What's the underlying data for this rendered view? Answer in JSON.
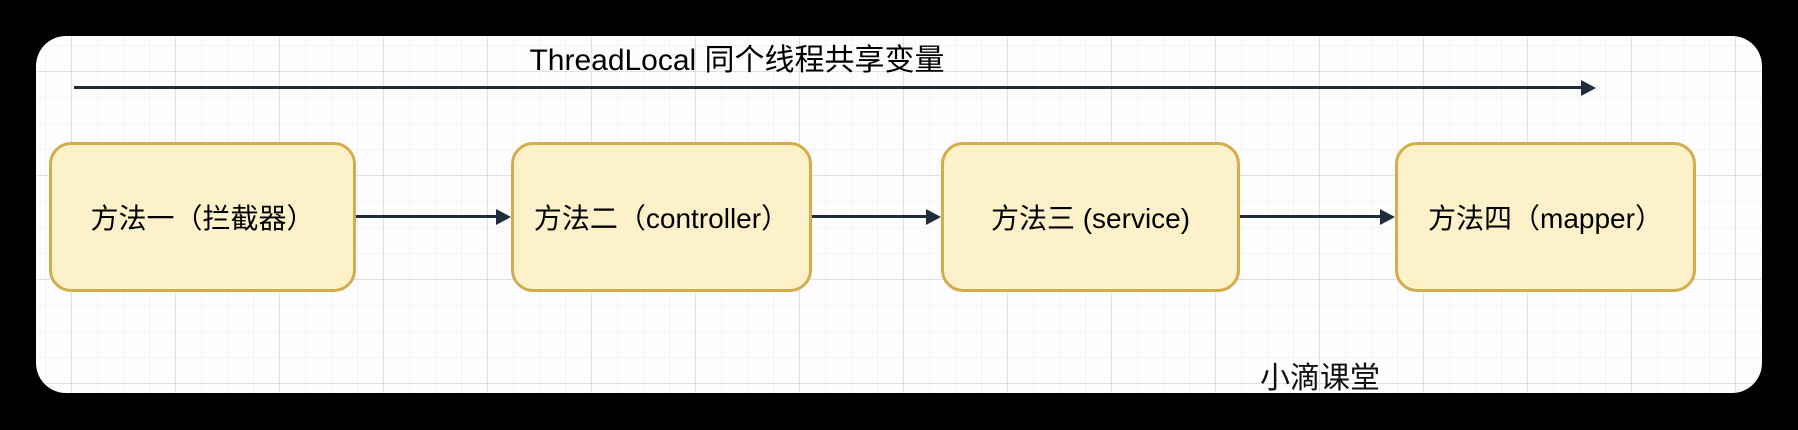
{
  "canvas": {
    "title": "ThreadLocal 同个线程共享变量",
    "watermark": "小滴课堂",
    "nodes": [
      {
        "label": "方法一（拦截器）"
      },
      {
        "label": "方法二（controller）"
      },
      {
        "label": "方法三 (service)"
      },
      {
        "label": "方法四（mapper）"
      }
    ],
    "arrows": [
      {
        "name": "timeline-arrow",
        "from": "canvas-left",
        "to": "canvas-right"
      },
      {
        "name": "connector-1",
        "from": "方法一（拦截器）",
        "to": "方法二（controller）"
      },
      {
        "name": "connector-2",
        "from": "方法二（controller）",
        "to": "方法三 (service)"
      },
      {
        "name": "connector-3",
        "from": "方法三 (service)",
        "to": "方法四（mapper）"
      }
    ],
    "colors": {
      "page_bg": "#000000",
      "canvas_bg": "#FDFDFD",
      "grid_minor": "#F3F3F3",
      "grid_major": "#E0E0E0",
      "node_fill": "#FDF1C9",
      "node_border": "#D2AC4D",
      "arrow": "#202C3C"
    }
  }
}
